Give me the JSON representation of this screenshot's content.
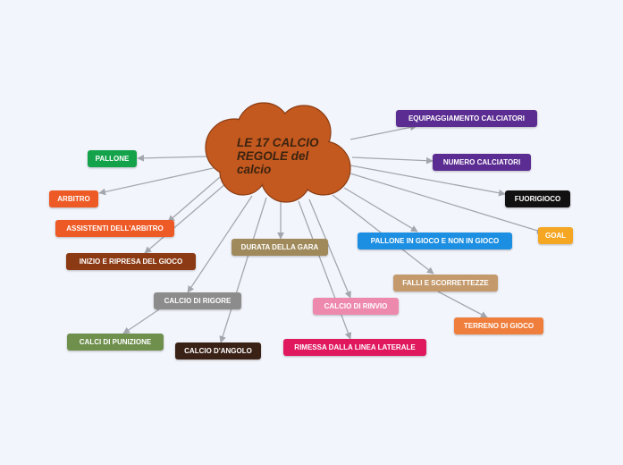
{
  "central": {
    "text": "LE 17 CALCIO REGOLE del calcio",
    "color": "#c4591f",
    "outline": "#8a3c14"
  },
  "topics": [
    {
      "id": "equipaggiamento",
      "label": "EQUIPAGGIAMENTO CALCIATORI",
      "color": "#5b2c91"
    },
    {
      "id": "numero",
      "label": "NUMERO CALCIATORI",
      "color": "#5b2c91"
    },
    {
      "id": "fuorigioco",
      "label": "FUORIGIOCO",
      "color": "#111111"
    },
    {
      "id": "goal",
      "label": "GOAL",
      "color": "#f5a623"
    },
    {
      "id": "pallone-gioco",
      "label": "PALLONE IN GIOCO E NON IN GIOCO",
      "color": "#1c8fe3"
    },
    {
      "id": "falli",
      "label": "FALLI E SCORRETTEZZE",
      "color": "#c49a6c"
    },
    {
      "id": "terreno",
      "label": "TERRENO DI GIOCO",
      "color": "#ef7e3c"
    },
    {
      "id": "pallone",
      "label": "PALLONE",
      "color": "#14a34a"
    },
    {
      "id": "arbitro",
      "label": "ARBITRO",
      "color": "#ee5a25"
    },
    {
      "id": "assistenti",
      "label": "ASSISTENTI DELL'ARBITRO",
      "color": "#ee5a25"
    },
    {
      "id": "inizio",
      "label": "INIZIO E RIPRESA DEL GIOCO",
      "color": "#8b3a13"
    },
    {
      "id": "durata",
      "label": "DURATA DELLA GARA",
      "color": "#a08a5c"
    },
    {
      "id": "rigore",
      "label": "CALCIO DI RIGORE",
      "color": "#8c8c8c"
    },
    {
      "id": "punizione",
      "label": "CALCI DI PUNIZIONE",
      "color": "#6f8f4d"
    },
    {
      "id": "angolo",
      "label": "CALCIO D'ANGOLO",
      "color": "#3a2116"
    },
    {
      "id": "rinvio",
      "label": "CALCIO DI RINVIO",
      "color": "#ee89ae"
    },
    {
      "id": "rimessa",
      "label": "RIMESSA DALLA LINEA LATERALE",
      "color": "#e0195f"
    }
  ]
}
